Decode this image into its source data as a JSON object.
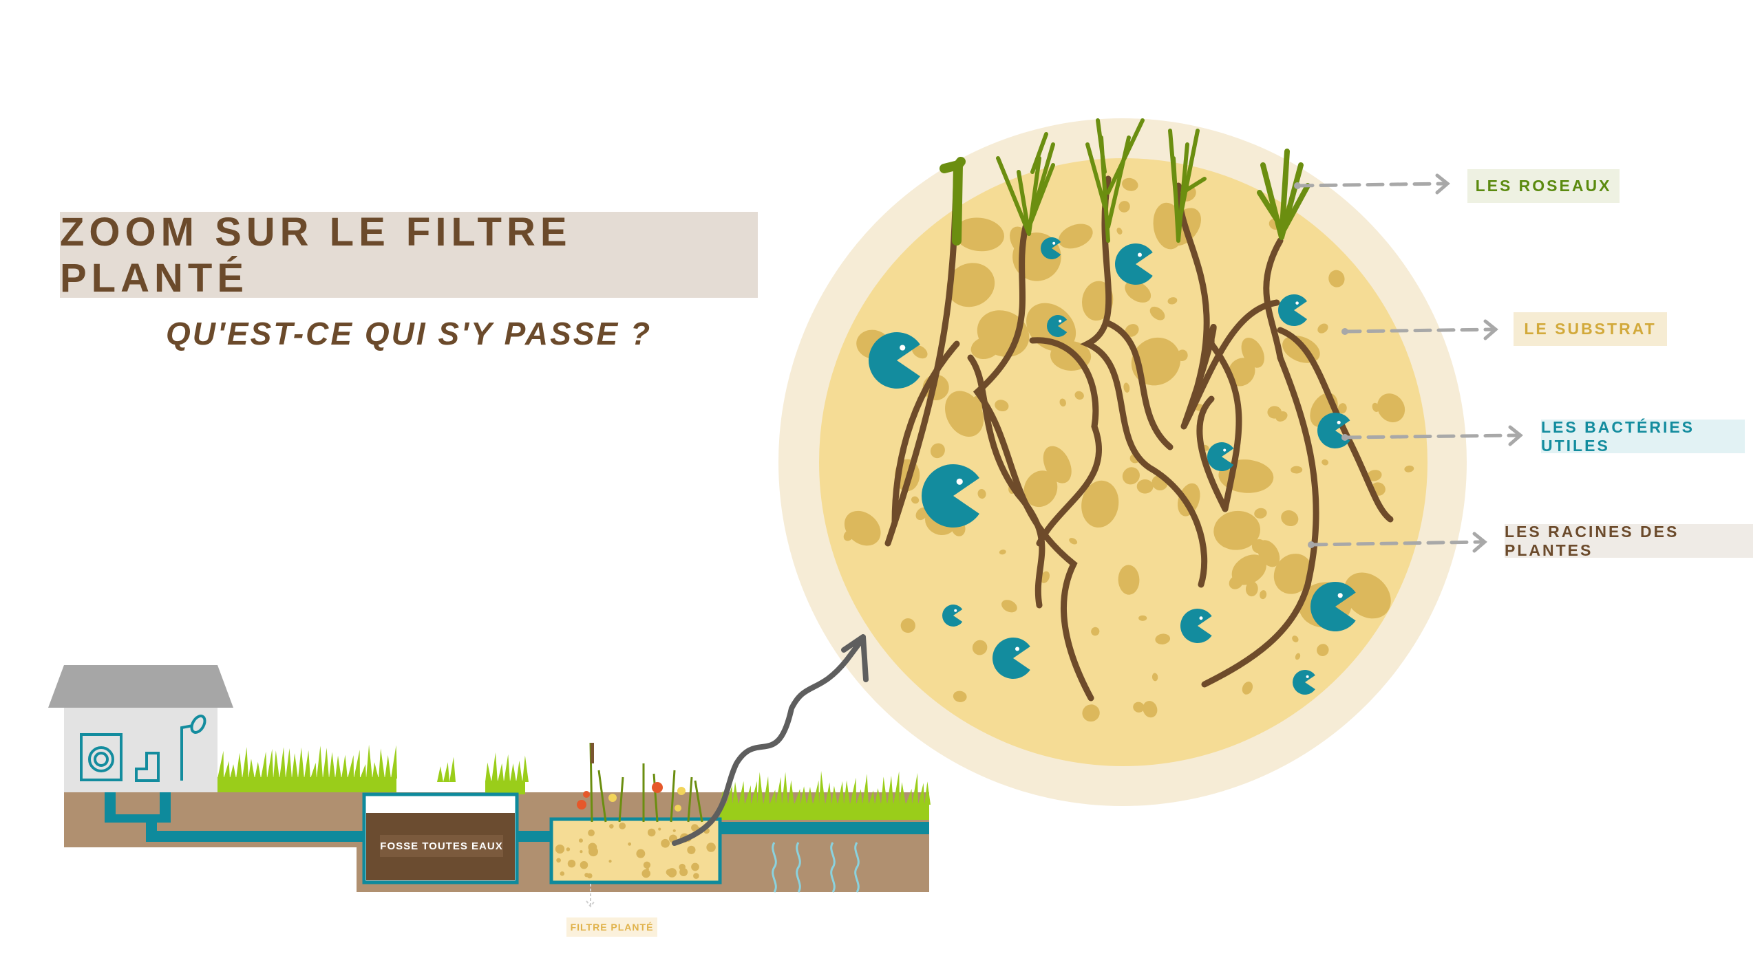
{
  "header": {
    "title": "ZOOM SUR LE FILTRE PLANTÉ",
    "subtitle": "QU'EST-CE QUI S'Y PASSE ?"
  },
  "zoom_labels": {
    "reeds": "LES ROSEAUX",
    "substrate": "LE SUBSTRAT",
    "bacteria": "LES BACTÉRIES UTILES",
    "roots": "LES RACINES DES PLANTES"
  },
  "system_diagram": {
    "septic_tank": "FOSSE TOUTES EAUX",
    "planted_filter": "FILTRE PLANTÉ"
  },
  "colors": {
    "brown": "#6b4a2b",
    "teal": "#138c9e",
    "reed_green": "#5b8a0f",
    "grass": "#9acd1a",
    "sand": "#f5dc95",
    "soil": "#b09070"
  }
}
